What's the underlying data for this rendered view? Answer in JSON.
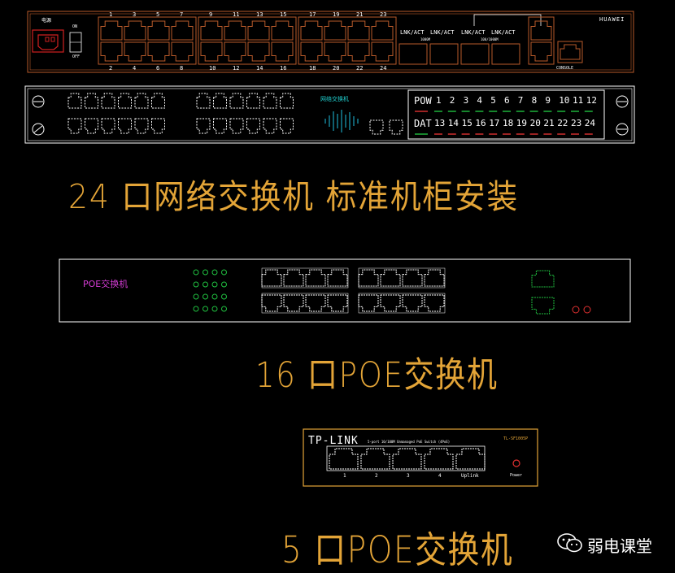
{
  "top_switch": {
    "power_label": "电源",
    "on_label": "ON",
    "off_label": "OFF",
    "brand": "HUAWEI",
    "top_numbers": [
      "1",
      "3",
      "5",
      "7",
      "9",
      "11",
      "13",
      "15",
      "17",
      "19",
      "21",
      "23"
    ],
    "bottom_numbers": [
      "2",
      "4",
      "6",
      "8",
      "10",
      "12",
      "14",
      "16",
      "18",
      "20",
      "22",
      "24"
    ],
    "lnk_labels": [
      "LNK/ACT",
      "LNK/ACT",
      "LNK/ACT",
      "LNK/ACT"
    ],
    "speed_labels": [
      "1000M",
      "100/1000M"
    ],
    "console_label": "CONSOLE"
  },
  "rack_switch": {
    "label": "网络交换机",
    "pow_label": "POW",
    "dat_label": "DAT",
    "pow_numbers": [
      "1",
      "2",
      "3",
      "4",
      "5",
      "6",
      "7",
      "8",
      "9",
      "10",
      "11",
      "12"
    ],
    "dat_numbers": [
      "13",
      "14",
      "15",
      "16",
      "17",
      "18",
      "19",
      "20",
      "21",
      "22",
      "23",
      "24"
    ],
    "colors": {
      "red": "#e03030",
      "green": "#20c040"
    }
  },
  "caption_24": "24 口网络交换机  标准机柜安装",
  "poe16": {
    "label": "POE交换机",
    "label_color": "#d43cd4",
    "led_color": "#20c040",
    "uplink_color": "#20c040",
    "power_color": "#e03030"
  },
  "caption_16": "16 口POE交换机",
  "tplink": {
    "brand": "TP-LINK",
    "desc": "5-port 10/100M Unmanaged PoE Switch (4PoE)",
    "model": "TL-SF1005P",
    "port_labels": [
      "1",
      "2",
      "3",
      "4",
      "Uplink"
    ],
    "power_label": "Power",
    "frame_color": "#e3a437",
    "power_color": "#e03030"
  },
  "caption_5": "5 口POE交换机",
  "watermark": "弱电课堂"
}
